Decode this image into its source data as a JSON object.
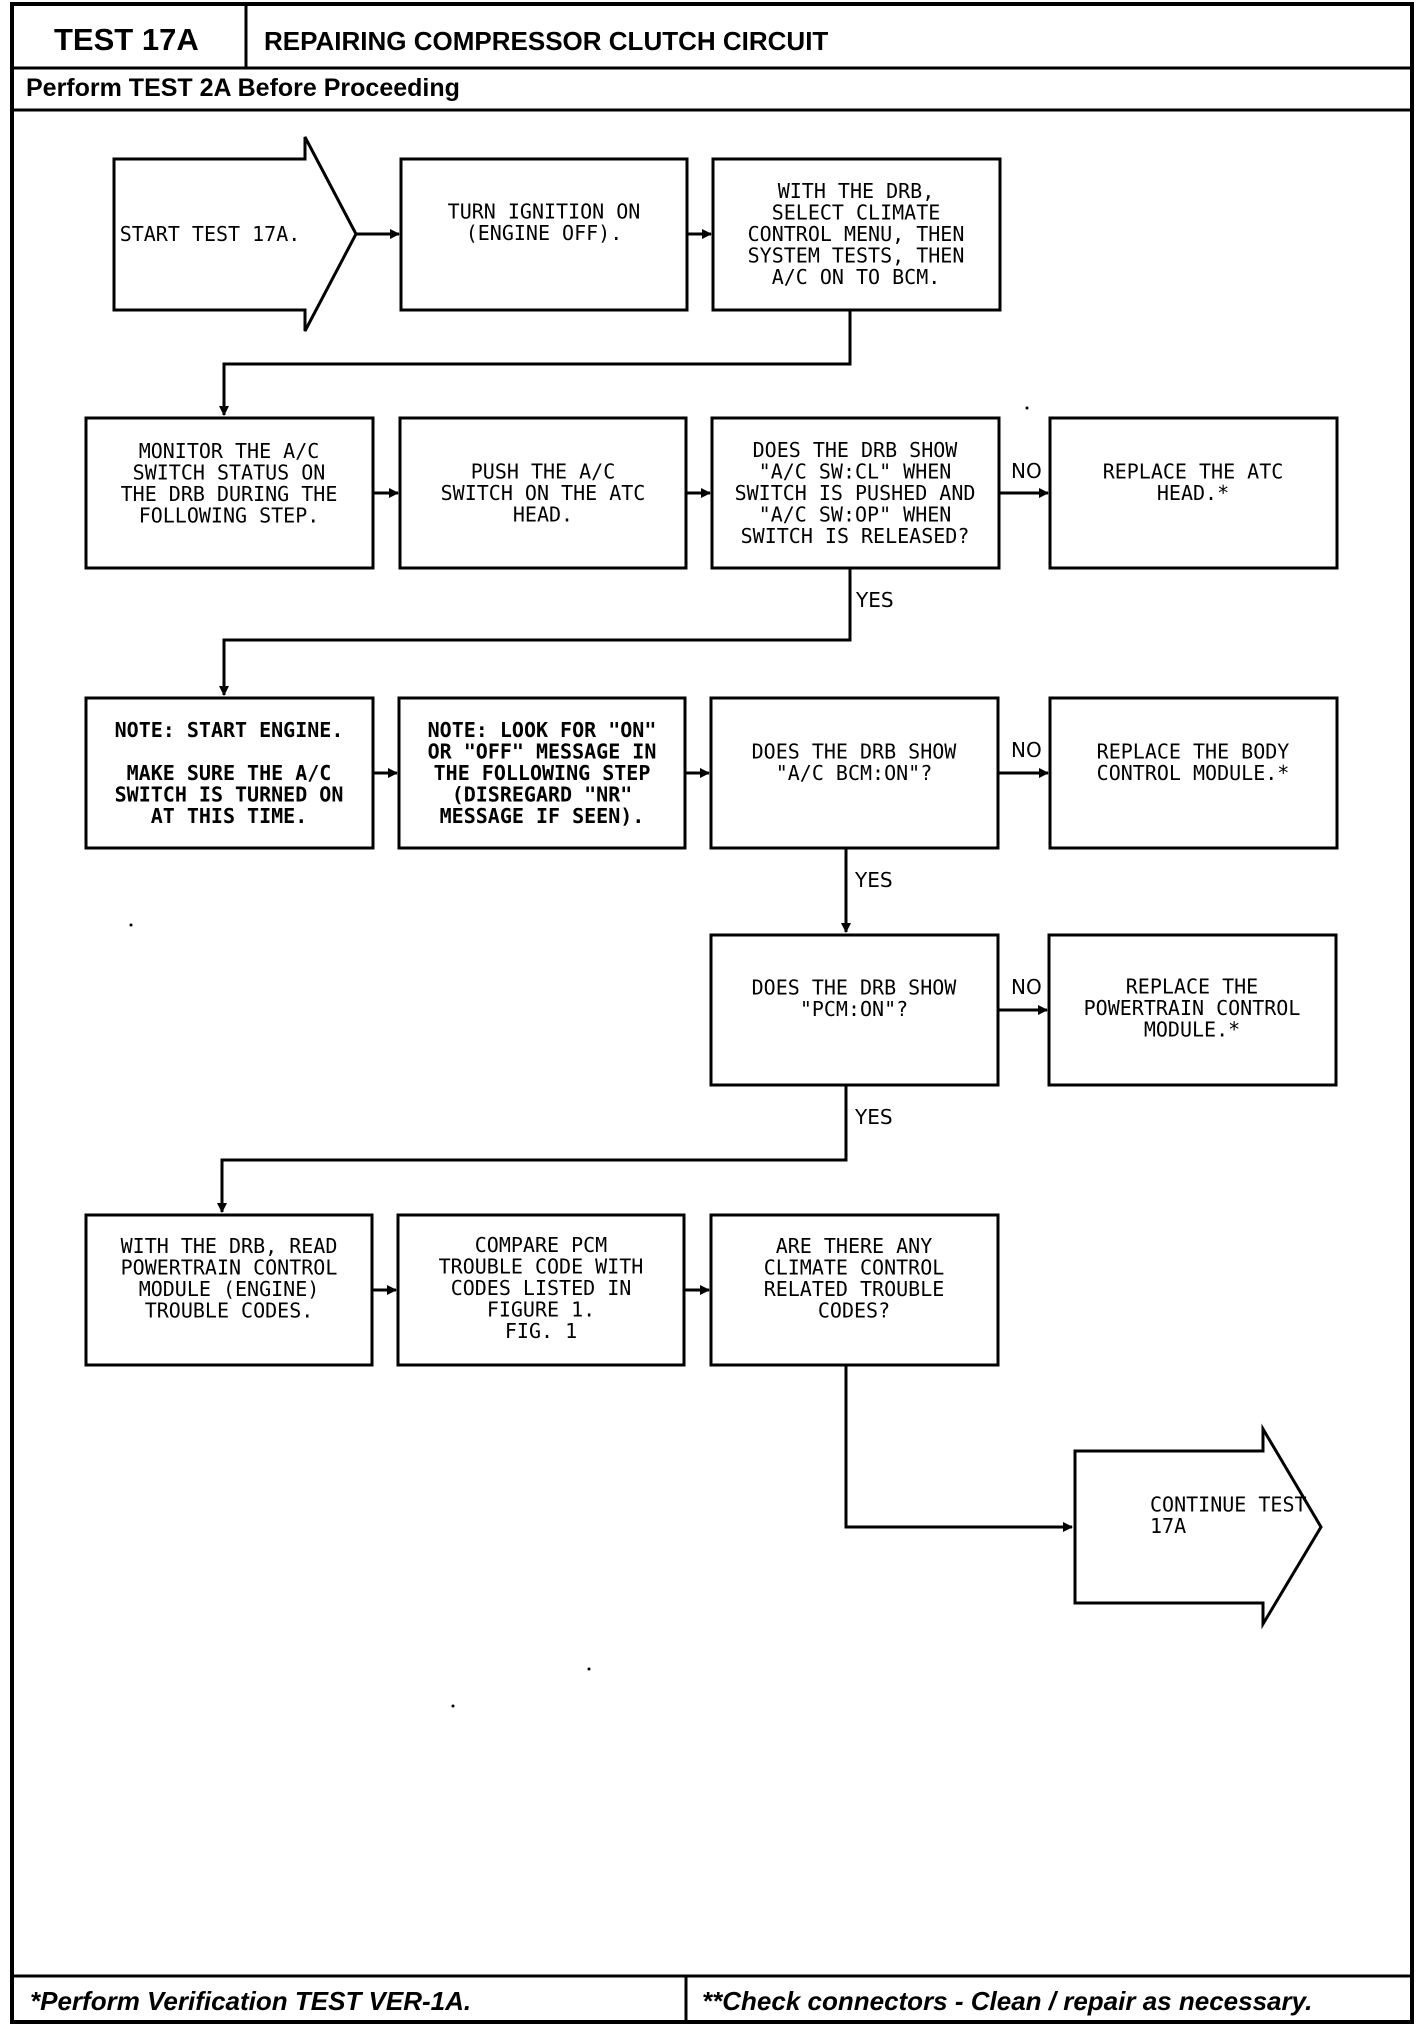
{
  "header": {
    "test_id": "TEST 17A",
    "title": "REPAIRING COMPRESSOR CLUTCH CIRCUIT",
    "subtitle": "Perform TEST 2A Before Proceeding"
  },
  "footer": {
    "left": "*Perform Verification TEST VER-1A.",
    "right": "**Check connectors - Clean / repair as necessary."
  },
  "nodes": {
    "start": [
      "START TEST 17A."
    ],
    "ignition": [
      "TURN IGNITION ON",
      "(ENGINE OFF)."
    ],
    "select_menu": [
      "WITH THE DRB,",
      "SELECT CLIMATE",
      "CONTROL MENU, THEN",
      "SYSTEM TESTS, THEN",
      "A/C ON TO BCM."
    ],
    "monitor": [
      "MONITOR THE A/C",
      "SWITCH STATUS ON",
      "THE DRB DURING THE",
      "FOLLOWING STEP."
    ],
    "push_switch": [
      "PUSH THE A/C",
      "SWITCH ON THE ATC",
      "HEAD."
    ],
    "drb_show_sw": [
      "DOES THE DRB SHOW",
      "\"A/C SW:CL\" WHEN",
      "SWITCH IS PUSHED AND",
      "\"A/C SW:OP\" WHEN",
      "SWITCH IS RELEASED?"
    ],
    "replace_atc": [
      "REPLACE THE ATC",
      "HEAD.*"
    ],
    "note_start": [
      "NOTE: START ENGINE.",
      "",
      "MAKE SURE THE A/C",
      "SWITCH IS TURNED ON",
      "AT THIS TIME."
    ],
    "note_look": [
      "NOTE: LOOK FOR \"ON\"",
      "OR \"OFF\" MESSAGE IN",
      "THE FOLLOWING STEP",
      "(DISREGARD \"NR\"",
      "MESSAGE IF SEEN)."
    ],
    "drb_show_bcm": [
      "DOES THE DRB SHOW",
      "\"A/C BCM:ON\"?"
    ],
    "replace_bcm": [
      "REPLACE THE BODY",
      "CONTROL MODULE.*"
    ],
    "drb_show_pcm": [
      "DOES THE DRB SHOW",
      "\"PCM:ON\"?"
    ],
    "replace_pcm": [
      "REPLACE THE",
      "POWERTRAIN CONTROL",
      "MODULE.*"
    ],
    "read_codes": [
      "WITH THE DRB, READ",
      "POWERTRAIN CONTROL",
      "MODULE (ENGINE)",
      "TROUBLE CODES."
    ],
    "compare": [
      "COMPARE PCM",
      "TROUBLE CODE WITH",
      "CODES LISTED IN",
      "FIGURE 1.",
      "FIG. 1"
    ],
    "any_codes": [
      "ARE THERE ANY",
      "CLIMATE CONTROL",
      "RELATED TROUBLE",
      "CODES?"
    ],
    "continue": [
      "CONTINUE TEST",
      "17A"
    ]
  },
  "labels": {
    "no": "NO",
    "yes": "YES"
  }
}
